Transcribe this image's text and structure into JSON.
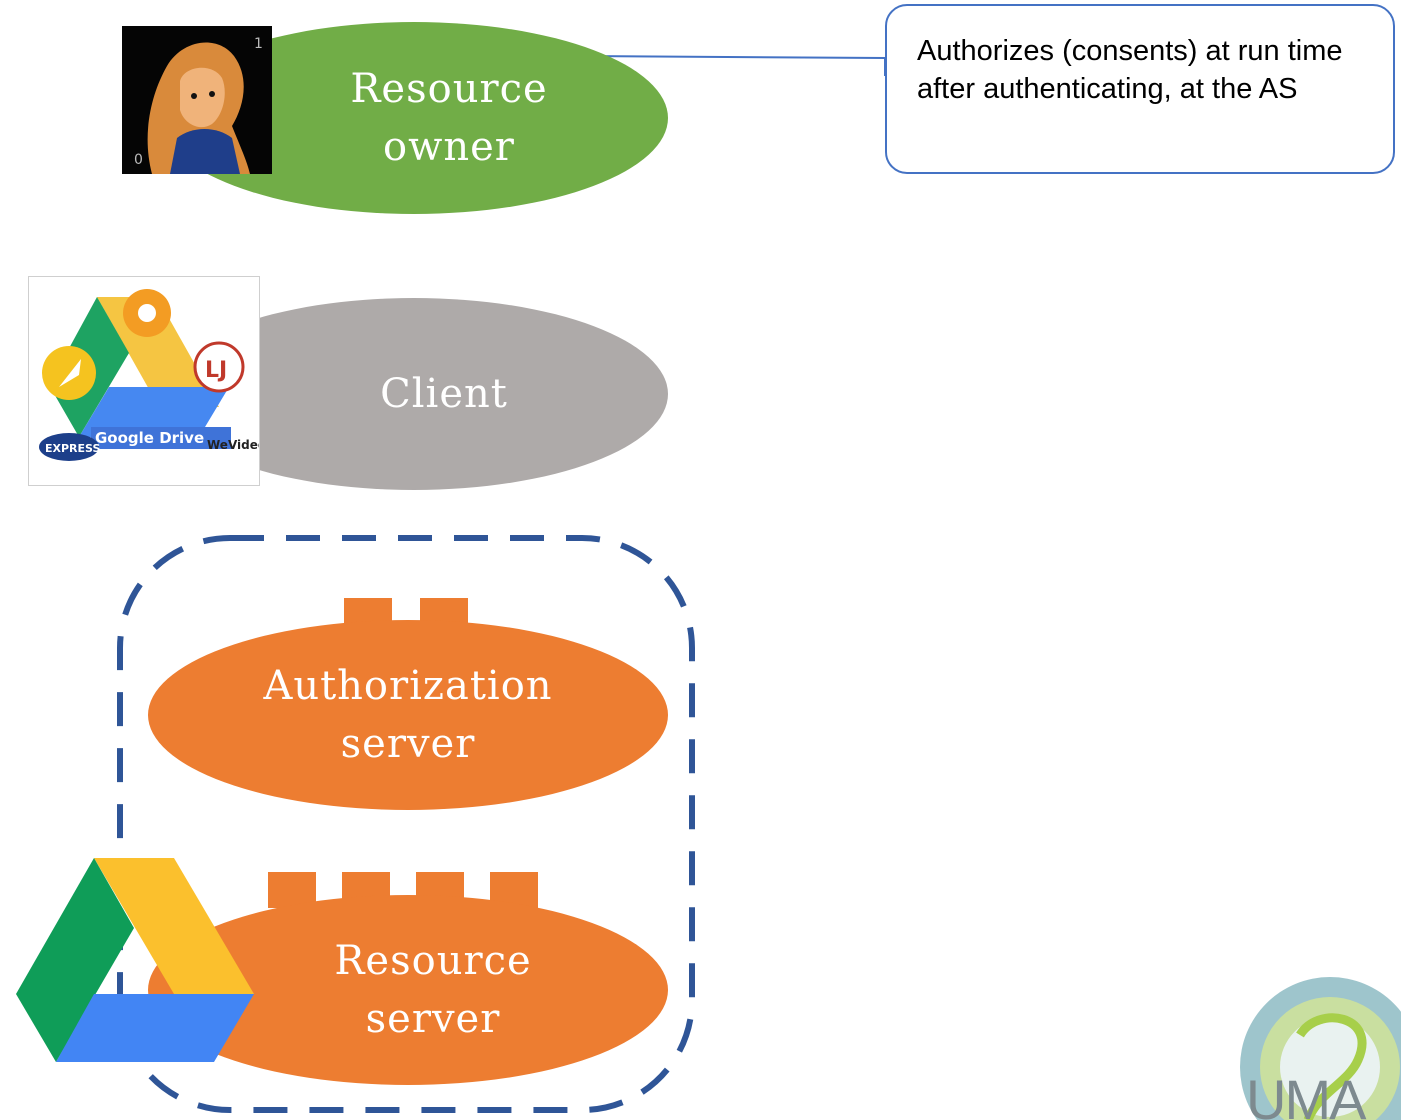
{
  "nodes": {
    "resource_owner": "Resource\nowner",
    "client": "Client",
    "authorization_server": "Authorization\nserver",
    "resource_server": "Resource\nserver"
  },
  "callout": {
    "text": "Authorizes (consents) at run time after authenticating, at the AS"
  },
  "client_logos": {
    "google_drive": "Google Drive",
    "wevideo": "WeVideo",
    "express": "EXPRESS"
  },
  "uma_logo": "UMA",
  "colors": {
    "owner": "#71ad47",
    "client": "#aeaaa9",
    "server": "#ed7d31",
    "border": "#2f5597",
    "callout_border": "#4472c4"
  }
}
